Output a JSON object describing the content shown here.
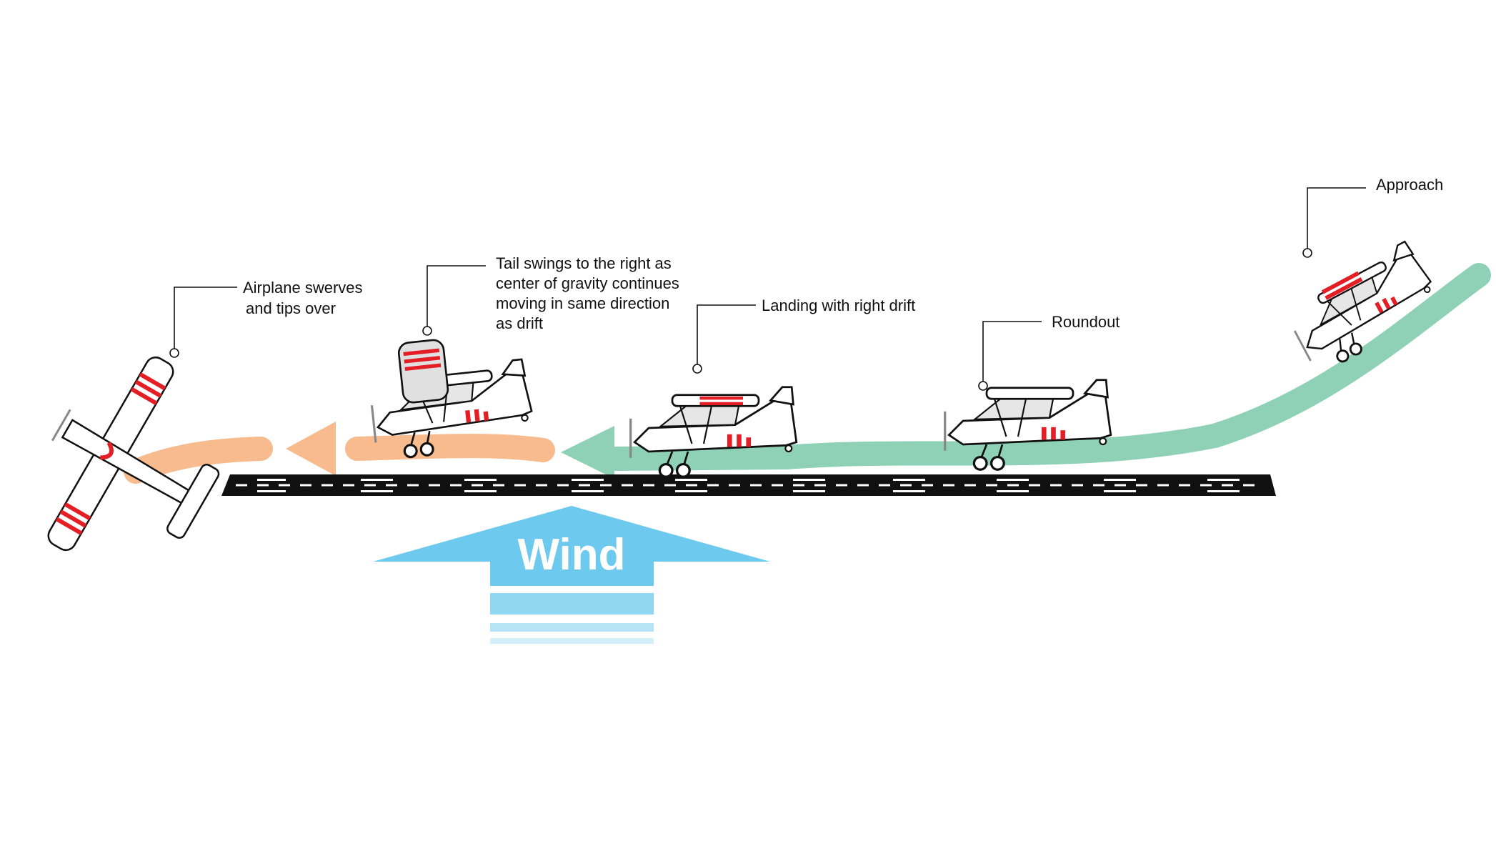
{
  "labels": {
    "swerve_line1": "Airplane swerves",
    "swerve_line2": "and tips over",
    "tail_line1": "Tail swings to the right as",
    "tail_line2": "center of gravity continues",
    "tail_line3": "moving in same direction",
    "tail_line4": "as drift",
    "landing": "Landing with right drift",
    "roundout": "Roundout",
    "approach": "Approach"
  },
  "wind": {
    "label": "Wind"
  },
  "colors": {
    "path_normal": "#8fd1b6",
    "path_swerve": "#f7bb8e",
    "wind": "#6ec9ee",
    "runway": "#111111",
    "stripe": "#e31e24",
    "leader_line": "#111111"
  },
  "icons": {
    "airplane": "high-wing-tailwheel-airplane-icon",
    "wind_arrow": "up-arrow-icon"
  }
}
